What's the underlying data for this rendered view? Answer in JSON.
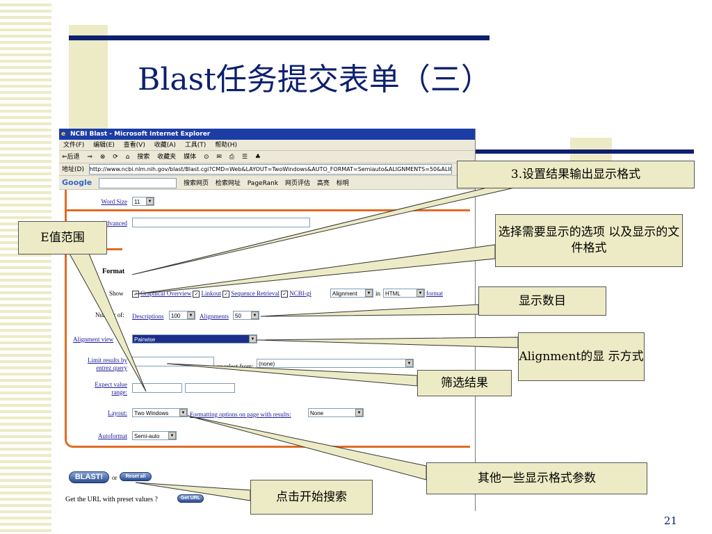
{
  "slide": {
    "title": "Blast任务提交表单（三）",
    "page_number": "21"
  },
  "browser": {
    "window_title": "NCBI Blast - Microsoft Internet Explorer",
    "menu": [
      "文件(F)",
      "编辑(E)",
      "查看(V)",
      "收藏(A)",
      "工具(T)",
      "帮助(H)"
    ],
    "toolbar": [
      "⇐后退",
      "⇒",
      "⊗",
      "⟳",
      "⌂",
      "搜索",
      "收藏夹",
      "媒体",
      "⊙",
      "✉",
      "⎙",
      "☰",
      "♣"
    ],
    "address_label": "地址(D)",
    "address_url": "http://www.ncbi.nlm.nih.gov/blast/Blast.cgi?CMD=Web&LAYOUT=TwoWindows&AUTO_FORMAT=Semiauto&ALIGNMENTS=50&ALIGNMENT",
    "google_logo": "Google",
    "google_bar": [
      "搜索网页",
      "检索网址",
      "PageRank",
      "网页评估",
      "高亮",
      "标明"
    ]
  },
  "form": {
    "word_size_label": "Word Size",
    "word_size_value": "11",
    "advanced_label": "Advanced",
    "format_heading": "Format",
    "show_label": "Show",
    "show_options": [
      "Graphical Overview",
      "Linkout",
      "Sequence Retrieval",
      "NCBI-gi"
    ],
    "show_alignment_value": "Alignment",
    "in_label": "in",
    "show_format_value": "HTML",
    "format_link": "format",
    "number_of_label": "Number of:",
    "descriptions_label": "Descriptions",
    "descriptions_value": "100",
    "alignments_label": "Alignments",
    "alignments_value": "50",
    "alignment_view_label": "Alignment view",
    "alignment_view_value": "Pairwise",
    "limit_label_1": "Limit results by",
    "limit_label_2": "entrez query",
    "or_select_from": "or select from:",
    "limit_select_value": "(none)",
    "expect_label_1": "Expect value",
    "expect_label_2": "range:",
    "layout_label": "Layout:",
    "layout_value": "Two Windows",
    "formatting_options_label": "Formatting options on page with results:",
    "formatting_options_value": "None",
    "autoformat_label": "Autoformat",
    "autoformat_value": "Semi-auto",
    "blast_button": "BLAST!",
    "or_text": "or",
    "reset_button": "Reset all",
    "get_url_text": "Get the URL with preset values ?",
    "get_url_button": "Get URL"
  },
  "callouts": {
    "output_format": "3.设置结果输出显示格式",
    "e_value": "E值范围",
    "show_options": "选择需要显示的选项 以及显示的文件格式",
    "show_count": "显示数目",
    "alignment_view": "Alignment的显 示方式",
    "filter": "筛选结果",
    "other_formats": "其他一些显示格式参数",
    "start_search": "点击开始搜索"
  },
  "colors": {
    "navy": "#0d1f6e",
    "tan": "#ecebc5",
    "orange": "#e06b24",
    "link": "#1a1a99"
  }
}
